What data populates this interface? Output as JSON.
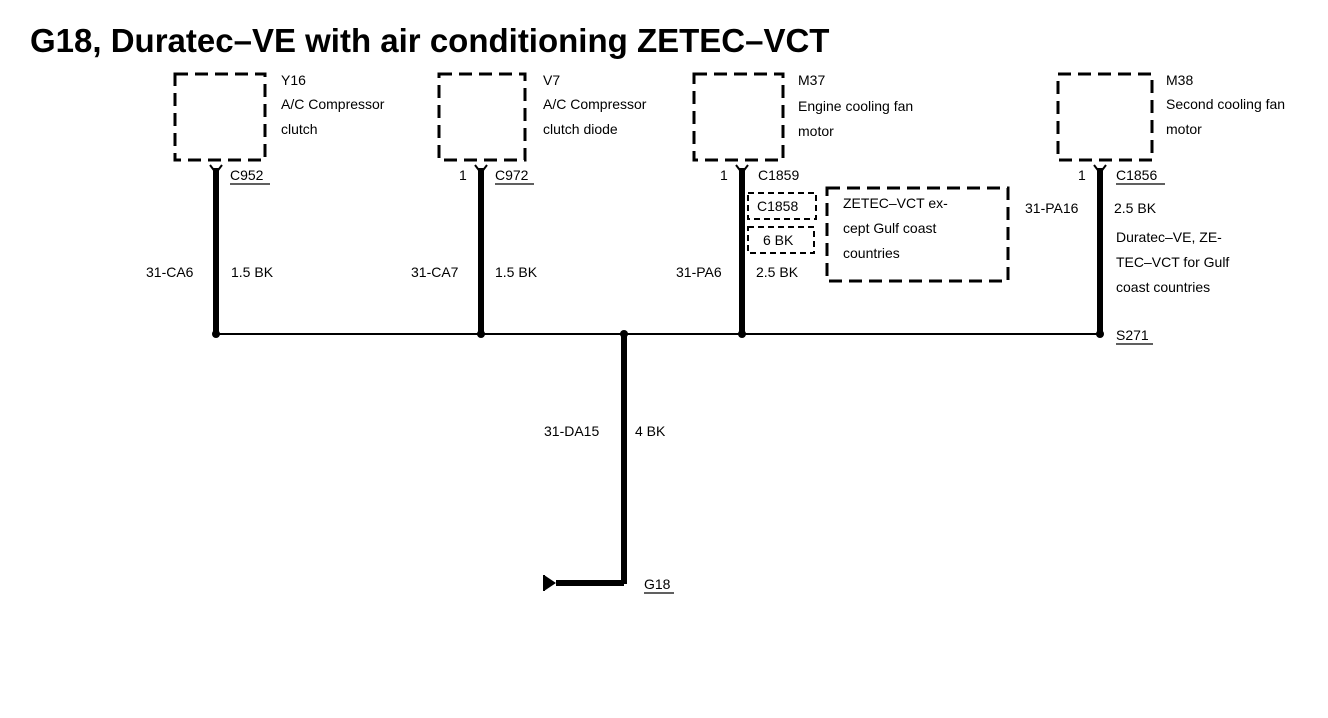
{
  "title": "G18, Duratec–VE with air conditioning ZETEC–VCT",
  "components": [
    {
      "id": "Y16",
      "desc1": "A/C Compressor",
      "desc2": "clutch"
    },
    {
      "id": "V7",
      "desc1": "A/C Compressor",
      "desc2": "clutch diode"
    },
    {
      "id": "M37",
      "desc1": "Engine cooling fan",
      "desc2": "motor"
    },
    {
      "id": "M38",
      "desc1": "Second cooling fan",
      "desc2": "motor"
    }
  ],
  "connectors": {
    "c952": "C952",
    "c972": "C972",
    "c972_pin": "1",
    "c1859": "C1859",
    "c1859_pin": "1",
    "c1858": "C1858",
    "c1858_wire": "6 BK",
    "c1856": "C1856",
    "c1856_pin": "1"
  },
  "wires": [
    {
      "circuit": "31-CA6",
      "size": "1.5 BK"
    },
    {
      "circuit": "31-CA7",
      "size": "1.5 BK"
    },
    {
      "circuit": "31-PA6",
      "size": "2.5 BK"
    },
    {
      "circuit": "31-PA16",
      "size": "2.5 BK"
    },
    {
      "circuit": "31-DA15",
      "size": "4 BK"
    }
  ],
  "notes": {
    "zetec_line1": "ZETEC–VCT ex-",
    "zetec_line2": "cept Gulf coast",
    "zetec_line3": "countries",
    "duratec_line1": "Duratec–VE, ZE-",
    "duratec_line2": "TEC–VCT for Gulf",
    "duratec_line3": "coast countries"
  },
  "splice": "S271",
  "ground": "G18"
}
